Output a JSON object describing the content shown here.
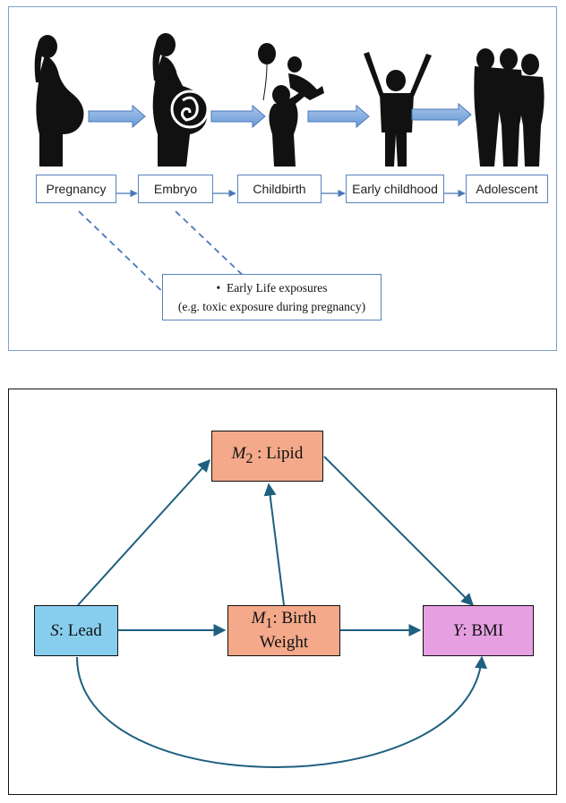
{
  "life_course": {
    "stages": [
      {
        "id": "pregnancy",
        "label": "Pregnancy"
      },
      {
        "id": "embryo",
        "label": "Embryo"
      },
      {
        "id": "childbirth",
        "label": "Childbirth"
      },
      {
        "id": "early-childhood",
        "label": "Early childhood"
      },
      {
        "id": "adolescent",
        "label": "Adolescent"
      }
    ],
    "exposure": {
      "bullet": "•",
      "line1": "Early Life exposures",
      "line2": "(e.g. toxic exposure during pregnancy)"
    },
    "colors": {
      "border": "#7f9fce",
      "box_border": "#5b83bf",
      "arrow_fill": "#7aa6dc",
      "silhouette": "#111111"
    },
    "icons": [
      "pregnant-woman-silhouette",
      "embryo-silhouette",
      "mother-with-baby-silhouette",
      "child-arms-raised-silhouette",
      "teenagers-group-silhouette"
    ]
  },
  "mediation": {
    "nodes": {
      "lead": {
        "symbol": "S",
        "text": ": Lead",
        "color": "#87cdee"
      },
      "lipid": {
        "symbol": "M",
        "subscript": "2",
        "text": " : Lipid",
        "color": "#f3a98a"
      },
      "birth_weight": {
        "symbol": "M",
        "subscript": "1",
        "text": ": Birth",
        "text2": "Weight",
        "color": "#f3a98a"
      },
      "bmi": {
        "symbol": "Y",
        "text": ": BMI",
        "color": "#e69fe0"
      }
    },
    "edge_color": "#1f5f80",
    "edges": [
      "S->M2",
      "S->M1",
      "S->Y",
      "M1->M2",
      "M1->Y",
      "M2->Y"
    ]
  }
}
